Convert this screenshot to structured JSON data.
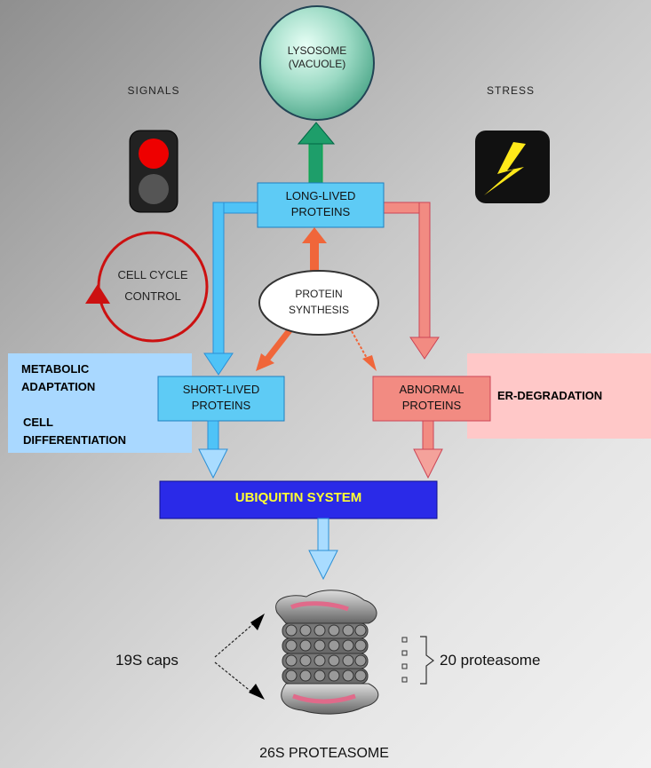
{
  "lysosome": "LYSOSOME\n(VACUOLE)",
  "signals": "SIGNALS",
  "stress": "STRESS",
  "long_lived": "LONG-LIVED\nPROTEINS",
  "cell_cycle": "CELL CYCLE\nCONTROL",
  "protein_synthesis": "PROTEIN\nSYNTHESIS",
  "metabolic": "METABOLIC\nADAPTATION",
  "differentiation": "CELL\nDIFFERENTIATION",
  "short_lived": "SHORT-LIVED\nPROTEINS",
  "abnormal": "ABNORMAL\nPROTEINS",
  "er_degradation": "ER-DEGRADATION",
  "ubiquitin": "UBIQUITIN SYSTEM",
  "caps": "19S caps",
  "core": "20 proteasome",
  "proteasome": "26S PROTEASOME",
  "colors": {
    "blue_arrow": "#4fc3f7",
    "pink_arrow": "#f28b82",
    "green_arrow": "#1e9e6a",
    "orange_arrow": "#f0663a",
    "ubiquitin_box": "#2a2ae8",
    "ubiquitin_text": "#ffff33",
    "light_blue_box": "#a9d8ff",
    "light_pink_box": "#ffc8c8"
  }
}
